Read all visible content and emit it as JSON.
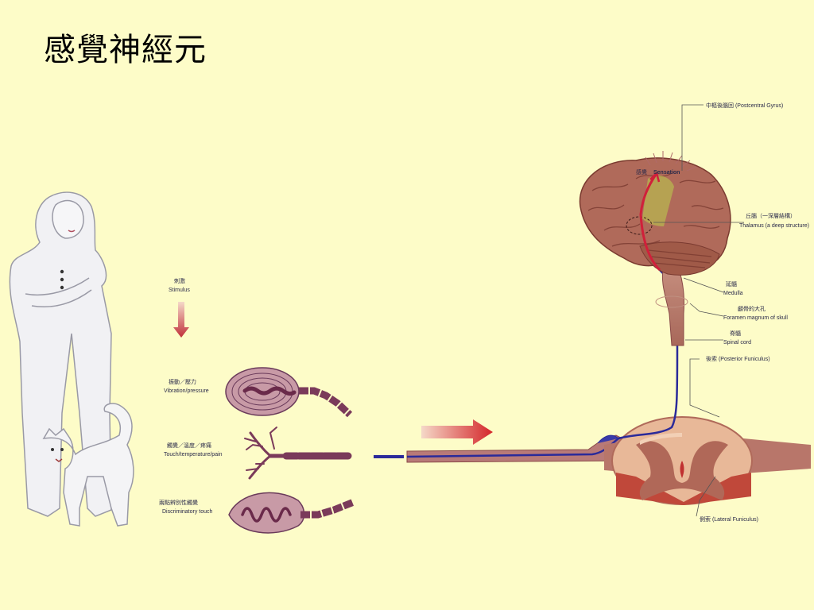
{
  "title": "感覺神經元",
  "labels": {
    "stimulus_zh": "刺激",
    "stimulus_en": "Stimulus",
    "vibration_zh": "振動／壓力",
    "vibration_en": "Vibration/pressure",
    "touch_zh": "觸覺／溫度／疼痛",
    "touch_en": "Touch/temperature/pain",
    "discrim_zh": "兩點辨別性觸覺",
    "discrim_en": "Discriminatory touch",
    "postcentral": "中樞後腦回 (Postcentral Gyrus)",
    "sensation_zh": "感覺",
    "sensation_en": "Sensation",
    "thalamus_zh": "丘腦（一深層結構）",
    "thalamus_en": "Thalamus (a deep structure)",
    "medulla_zh": "延髓",
    "medulla_en": "Medulla",
    "foramen_zh": "顱骨的大孔",
    "foramen_en": "Foramen magnum of skull",
    "spinal_zh": "脊髓",
    "spinal_en": "Spinal cord",
    "posterior": "後索 (Posterior Funiculus)",
    "lateral": "側索 (Lateral Funiculus)"
  },
  "colors": {
    "background": "#fdfcc8",
    "brain": "#b06a5a",
    "nerve_blue": "#2a2a9a",
    "sensation_red": "#d0203a",
    "receptor": "#8a4a6a"
  }
}
